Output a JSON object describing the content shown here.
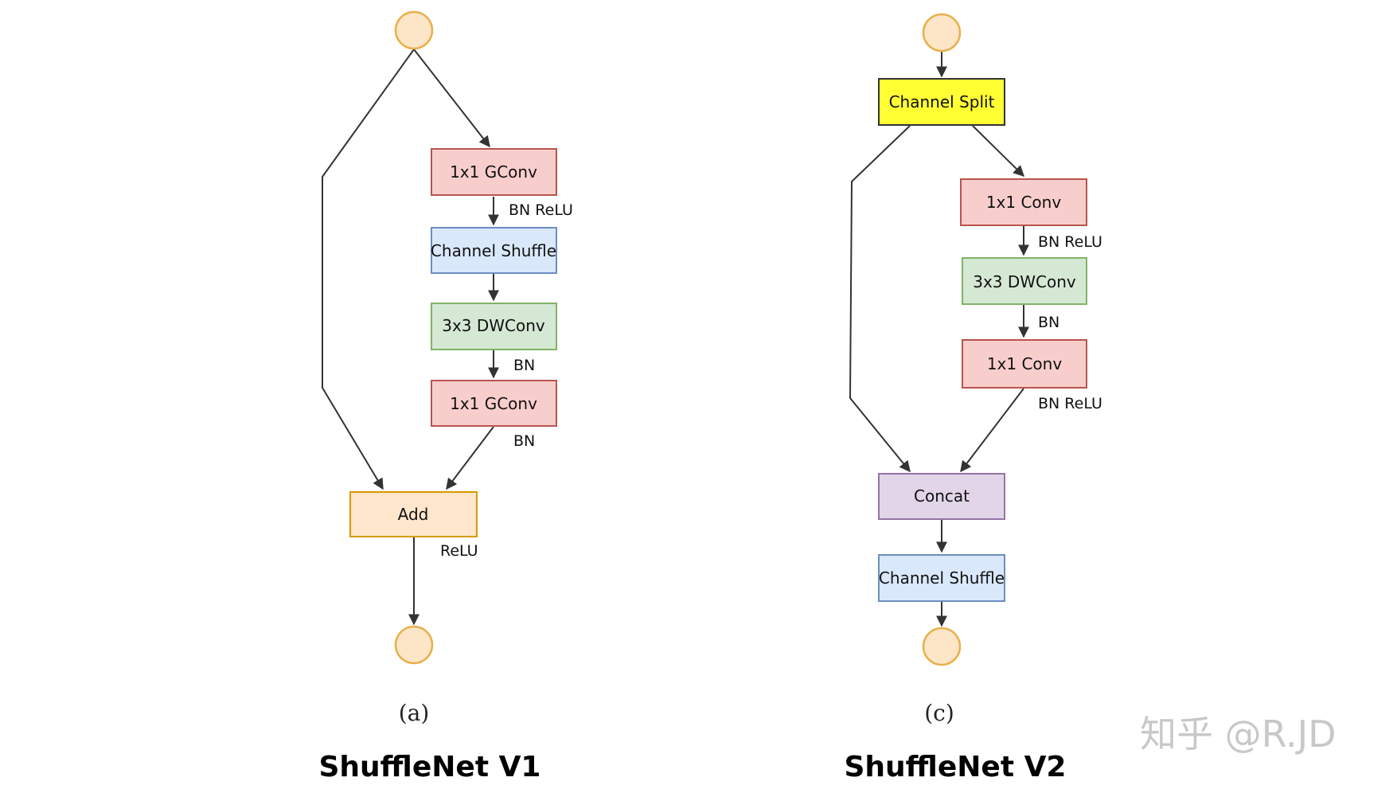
{
  "colors": {
    "terminal_fill": "#fde5c8",
    "terminal_stroke": "#e8b04a",
    "conv_fill": "#f8cecc",
    "conv_stroke": "#b85450",
    "shuffle_fill": "#dae8fc",
    "shuffle_stroke": "#6c8ebf",
    "dwconv_fill": "#d5e8d4",
    "dwconv_stroke": "#82b366",
    "add_fill": "#ffe6cc",
    "add_stroke": "#d79b00",
    "split_fill": "#ffff33",
    "split_stroke": "#333333",
    "concat_fill": "#e1d5e7",
    "concat_stroke": "#9673a6"
  },
  "v1": {
    "conv1": "1x1 GConv",
    "shuffle": "Channel Shuffle",
    "dwconv": "3x3 DWConv",
    "conv2": "1x1 GConv",
    "add": "Add",
    "edge_conv1": "BN ReLU",
    "edge_dwconv": "BN",
    "edge_conv2": "BN",
    "edge_add": "ReLU",
    "subcaption": "(a)",
    "title": "ShuffleNet V1"
  },
  "v2": {
    "split": "Channel Split",
    "conv1": "1x1 Conv",
    "dwconv": "3x3 DWConv",
    "conv2": "1x1 Conv",
    "concat": "Concat",
    "shuffle": "Channel Shuffle",
    "edge_conv1": "BN ReLU",
    "edge_dwconv": "BN",
    "edge_conv2": "BN ReLU",
    "subcaption": "(c)",
    "title": "ShuffleNet V2"
  },
  "watermark": "知乎 @R.JD"
}
